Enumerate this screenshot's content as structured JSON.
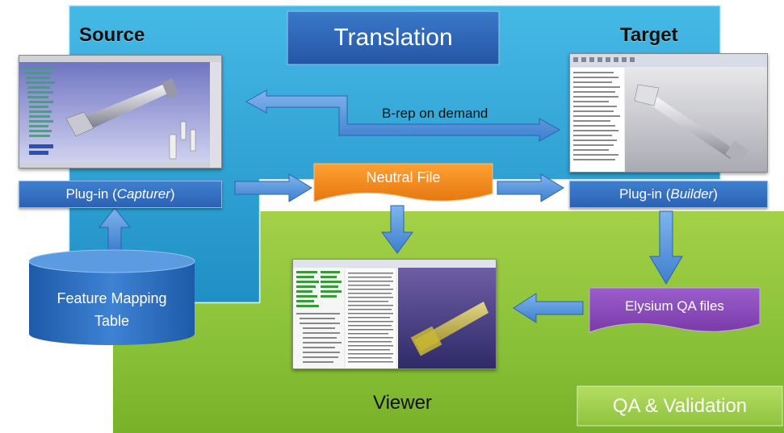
{
  "header": {
    "source": "Source",
    "translation": "Translation",
    "target": "Target"
  },
  "arrows": {
    "brep_label": "B-rep on demand"
  },
  "boxes": {
    "neutral_file": "Neutral File",
    "plugin_capturer_prefix": "Plug-in (",
    "plugin_capturer_name": "Capturer",
    "plugin_capturer_suffix": ")",
    "plugin_builder_prefix": "Plug-in (",
    "plugin_builder_name": "Builder",
    "plugin_builder_suffix": ")",
    "qa_files": "Elysium QA files"
  },
  "cylinder": {
    "line1": "Feature Mapping",
    "line2": "Table"
  },
  "footer": {
    "viewer": "Viewer",
    "qa_validation": "QA & Validation"
  },
  "colors": {
    "blue_panel": "#2ea6d8",
    "green_panel": "#8bc239",
    "dark_blue_box": "#2c62b3",
    "neutral_orange": "#f28a1c",
    "qa_purple": "#8a4cb8",
    "arrow_blue": "#4f8fd8"
  },
  "icons": [
    "cad-screenshot-source",
    "cad-screenshot-target",
    "viewer-screenshot"
  ]
}
